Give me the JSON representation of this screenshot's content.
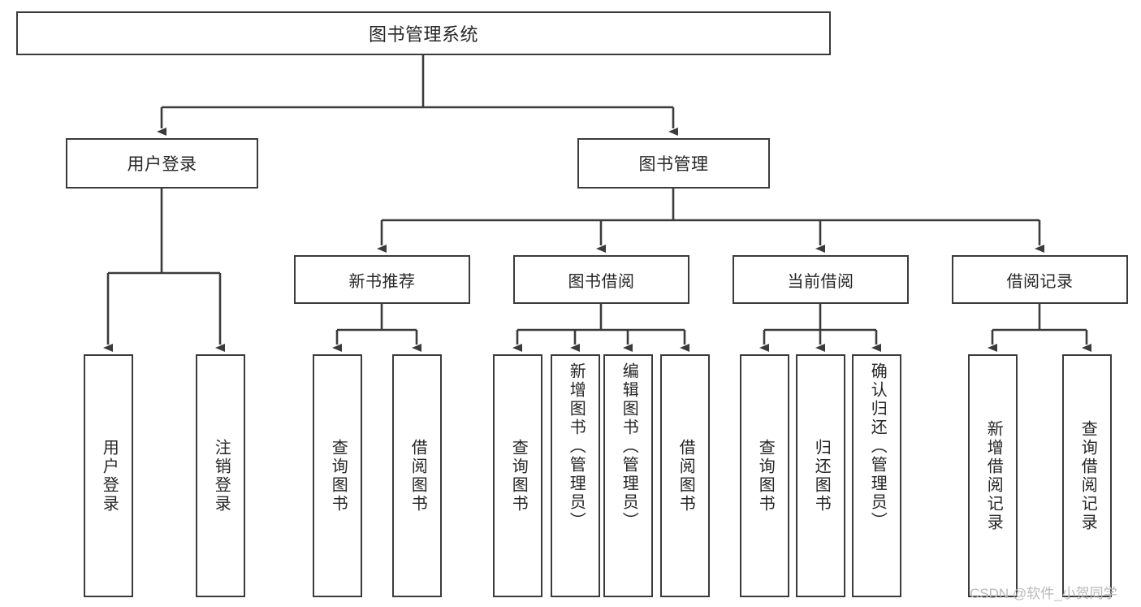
{
  "diagram": {
    "title": "图书管理系统",
    "type": "功能结构图",
    "accent_color": "#3b3b3b",
    "background_color": "#ffffff",
    "watermark": "CSDN @软件_小贺同学"
  },
  "nodes": {
    "root": {
      "label": "图书管理系统"
    },
    "level1": [
      {
        "label": "用户登录"
      },
      {
        "label": "图书管理"
      }
    ],
    "level2": [
      {
        "label": "新书推荐"
      },
      {
        "label": "图书借阅"
      },
      {
        "label": "当前借阅"
      },
      {
        "label": "借阅记录"
      }
    ],
    "leaves": {
      "user_login": [
        {
          "label": "用户登录"
        },
        {
          "label": "注销登录"
        }
      ],
      "new_book_recommend": [
        {
          "label": "查询图书"
        },
        {
          "label": "借阅图书"
        }
      ],
      "book_borrow": [
        {
          "label": "查询图书"
        },
        {
          "label": "新增图书（管理员）"
        },
        {
          "label": "编辑图书（管理员）"
        },
        {
          "label": "借阅图书"
        }
      ],
      "current_borrow": [
        {
          "label": "查询图书"
        },
        {
          "label": "归还图书"
        },
        {
          "label": "确认归还（管理员）"
        }
      ],
      "borrow_record": [
        {
          "label": "新增借阅记录"
        },
        {
          "label": "查询借阅记录"
        }
      ]
    }
  }
}
